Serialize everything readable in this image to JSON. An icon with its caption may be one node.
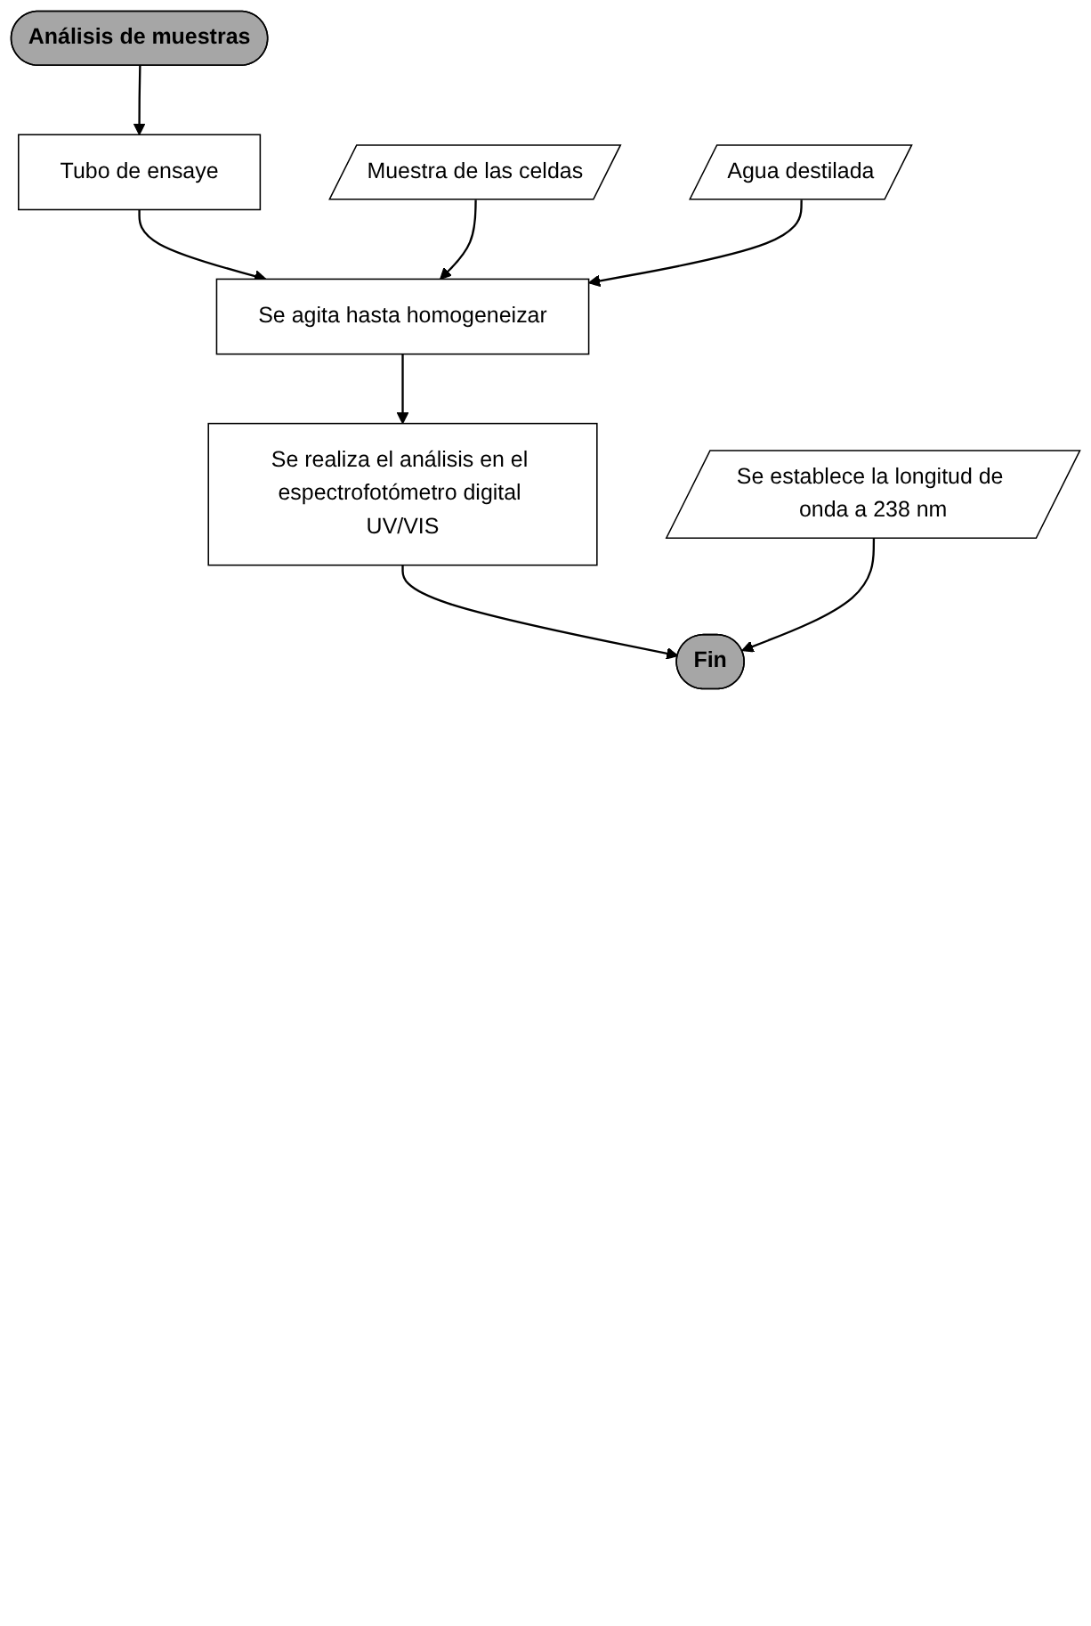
{
  "diagram": {
    "nodes": [
      {
        "text": [
          "Análisis de muestras"
        ]
      },
      {
        "text": [
          "Tubo de ensaye"
        ]
      },
      {
        "text": [
          "Muestra de las celdas"
        ]
      },
      {
        "text": [
          "Agua destilada"
        ]
      },
      {
        "text": [
          "Se agita hasta homogeneizar"
        ]
      },
      {
        "text": [
          "Se realiza el análisis en el espectrofotómetro digital UV/VIS"
        ]
      },
      {
        "text": [
          "Se establece la longitud de onda a 238 nm"
        ]
      },
      {
        "text": [
          "Fin"
        ]
      }
    ],
    "edges": [
      {
        "from": 0,
        "to": 1,
        "arrow": "to"
      },
      {
        "from": 1,
        "to": 4,
        "arrow": "to"
      },
      {
        "from": 2,
        "to": 4,
        "arrow": "to"
      },
      {
        "from": 3,
        "to": 4,
        "arrow": "to"
      },
      {
        "from": 4,
        "to": 5,
        "arrow": "to"
      },
      {
        "from": 5,
        "to": 7,
        "arrow": "to"
      },
      {
        "from": 6,
        "to": 7,
        "arrow": "to"
      }
    ]
  }
}
